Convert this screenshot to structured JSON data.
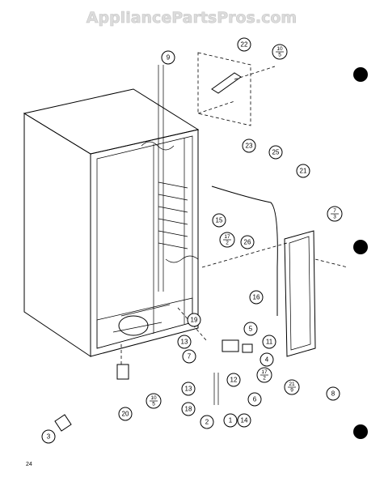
{
  "watermark": "AppliancePartsPros.com",
  "page_number": "24",
  "callouts": [
    "9",
    "22",
    "23",
    "25",
    "21",
    "15",
    "26",
    "16",
    "19",
    "5",
    "11",
    "4",
    "13",
    "7",
    "12",
    "6",
    "3",
    "20",
    "13",
    "18",
    "2",
    "1",
    "14",
    "8"
  ],
  "fraction_callouts": [
    {
      "top": "10",
      "bottom": "5"
    },
    {
      "top": "7",
      "bottom": "3"
    },
    {
      "top": "17",
      "bottom": "2"
    },
    {
      "top": "17",
      "bottom": "2"
    },
    {
      "top": "21",
      "bottom": "9"
    },
    {
      "top": "10",
      "bottom": "5"
    }
  ]
}
